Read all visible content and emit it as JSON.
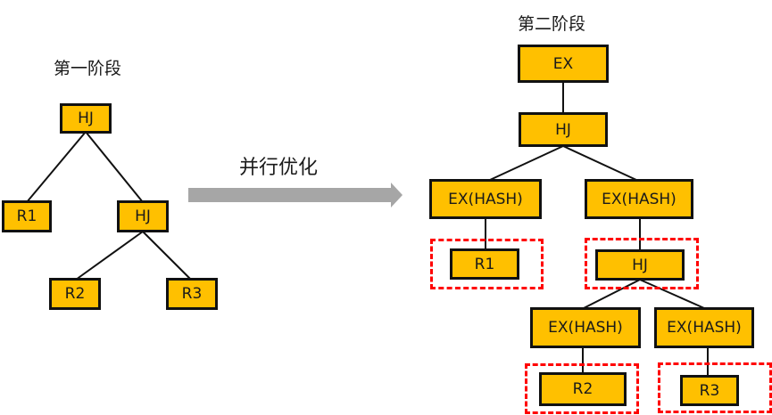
{
  "stage1": {
    "title": "第一阶段",
    "nodes": {
      "hj_root": "HJ",
      "r1": "R1",
      "hj_child": "HJ",
      "r2": "R2",
      "r3": "R3"
    }
  },
  "transform": {
    "label": "并行优化"
  },
  "stage2": {
    "title": "第二阶段",
    "nodes": {
      "ex_root": "EX",
      "hj_root": "HJ",
      "ex_hash_left": "EX(HASH)",
      "ex_hash_right": "EX(HASH)",
      "r1": "R1",
      "hj_child": "HJ",
      "ex_hash_r2": "EX(HASH)",
      "ex_hash_r3": "EX(HASH)",
      "r2": "R2",
      "r3": "R3"
    }
  },
  "colors": {
    "node_fill": "#ffc000",
    "node_border": "#111111",
    "group_border": "#ff0000",
    "arrow": "#a6a6a6"
  }
}
